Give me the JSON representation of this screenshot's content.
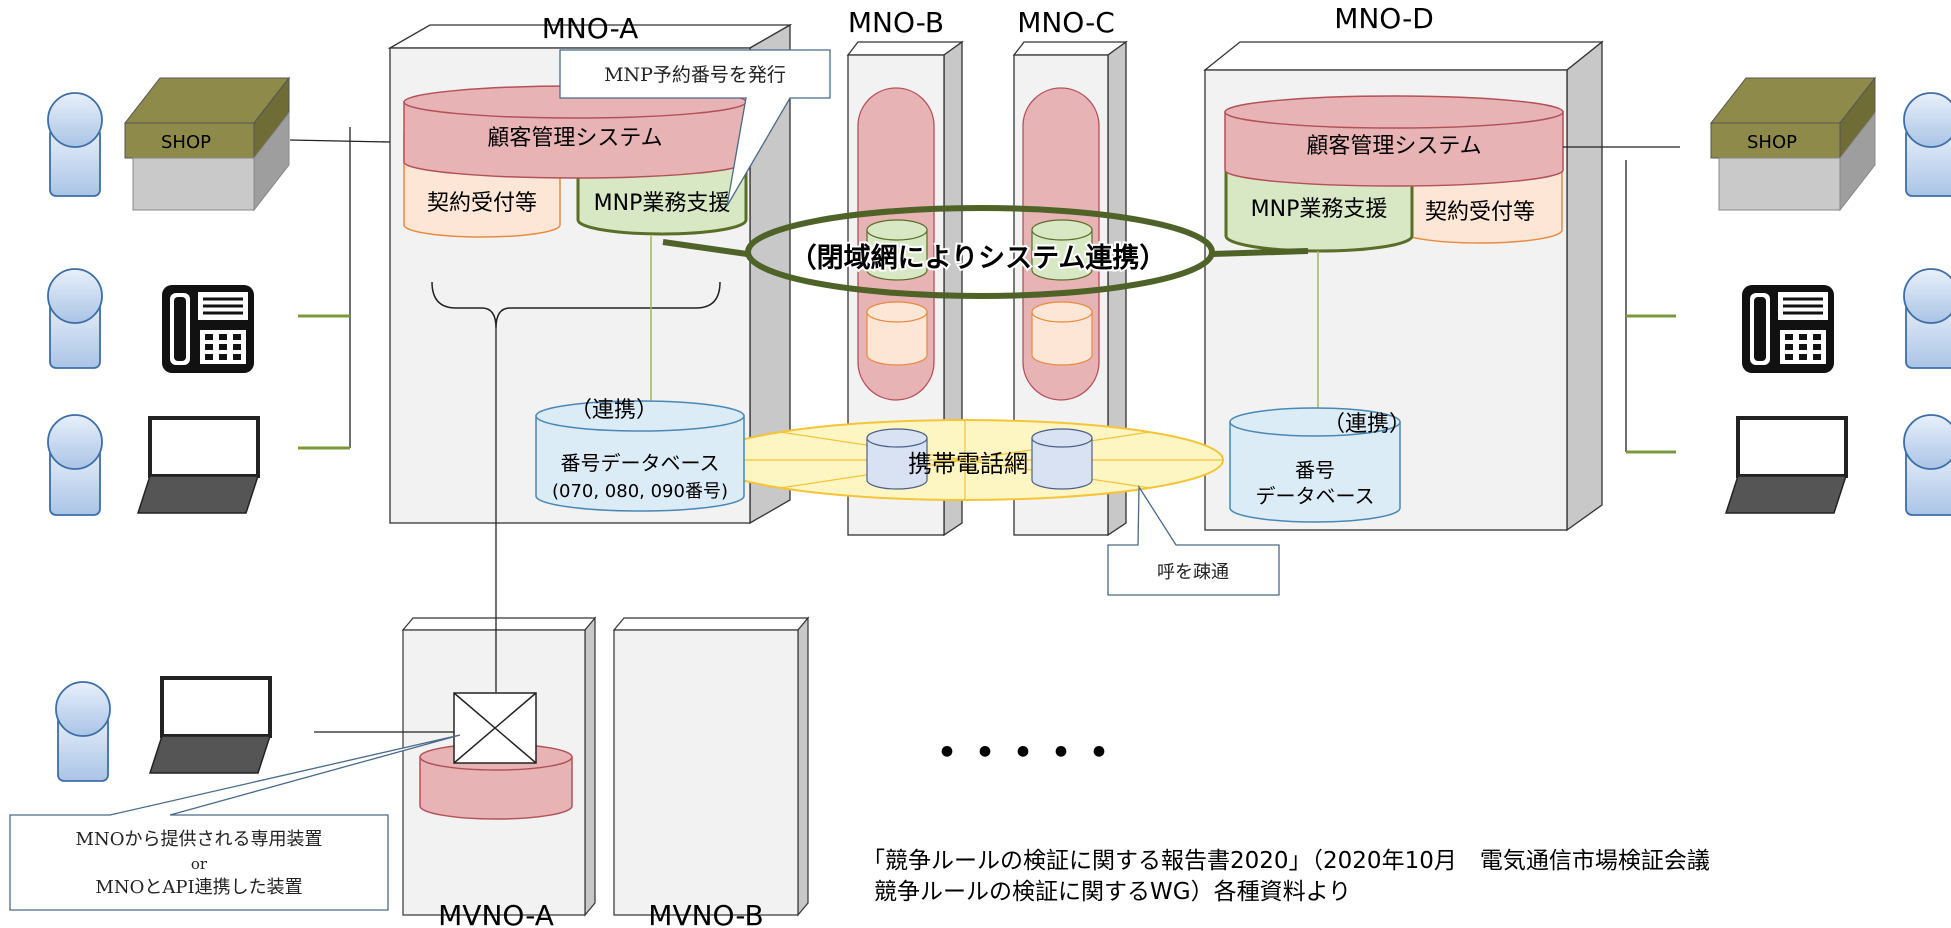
{
  "carriers": {
    "mno_a": "MNO-A",
    "mno_b": "MNO-B",
    "mno_c": "MNO-C",
    "mno_d": "MNO-D",
    "mvno_a": "MVNO-A",
    "mvno_b": "MVNO-B"
  },
  "systems": {
    "customer_mgmt": "顧客管理システム",
    "contract_reception": "契約受付等",
    "mnp_support": "MNP業務支援",
    "link": "（連携）",
    "number_db_a_line1": "番号データベース",
    "number_db_a_line2": "(070, 080, 090番号)",
    "number_db_d_line1": "番号",
    "number_db_d_line2": "データベース"
  },
  "networks": {
    "closed_network": "（閉域網によりシステム連携）",
    "mobile_network": "携帯電話網"
  },
  "shops": {
    "left": "SHOP",
    "right": "SHOP"
  },
  "callouts": {
    "mnp_number": "MNP予約番号を発行",
    "call_routing": "呼を疎通",
    "device_line1": "MNOから提供される専用装置",
    "device_line2": "or",
    "device_line3": "MNOとAPI連携した装置"
  },
  "ellipsis": "・・・・・",
  "source": {
    "line1": "「競争ルールの検証に関する報告書2020」（2020年10月　電気通信市場検証会議",
    "line2": "競争ルールの検証に関するWG）各種資料より"
  }
}
